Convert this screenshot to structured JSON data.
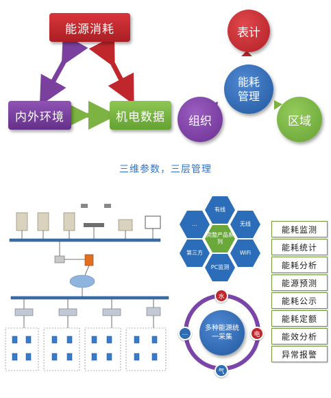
{
  "triangle": {
    "top": "能源消耗",
    "left": "内外环境",
    "right": "机电数据"
  },
  "cycle": {
    "center": "能耗\n管理",
    "top": "表计",
    "left": "组织",
    "right": "区域"
  },
  "caption": "三维参数，三层管理",
  "hexagons": {
    "center": "完整产品系列",
    "top": "有线",
    "upper_left": "...",
    "upper_right": "无线",
    "lower_left": "第三方",
    "bottom": "PC监测",
    "lower_right": "WiFi"
  },
  "collection": {
    "center": "多种能源统一采集",
    "top": "水",
    "right": "电",
    "bottom": "气",
    "left": "..."
  },
  "functions": [
    "能耗监测",
    "能耗统计",
    "能耗分析",
    "能源预测",
    "能耗公示",
    "能耗定额",
    "能效分析",
    "异常报警"
  ],
  "colors": {
    "red": "#c0272d",
    "purple": "#7b3f9e",
    "green": "#7cb342",
    "blue": "#2e6cb4",
    "teal": "#2aa198",
    "caption": "#2e75c8"
  }
}
